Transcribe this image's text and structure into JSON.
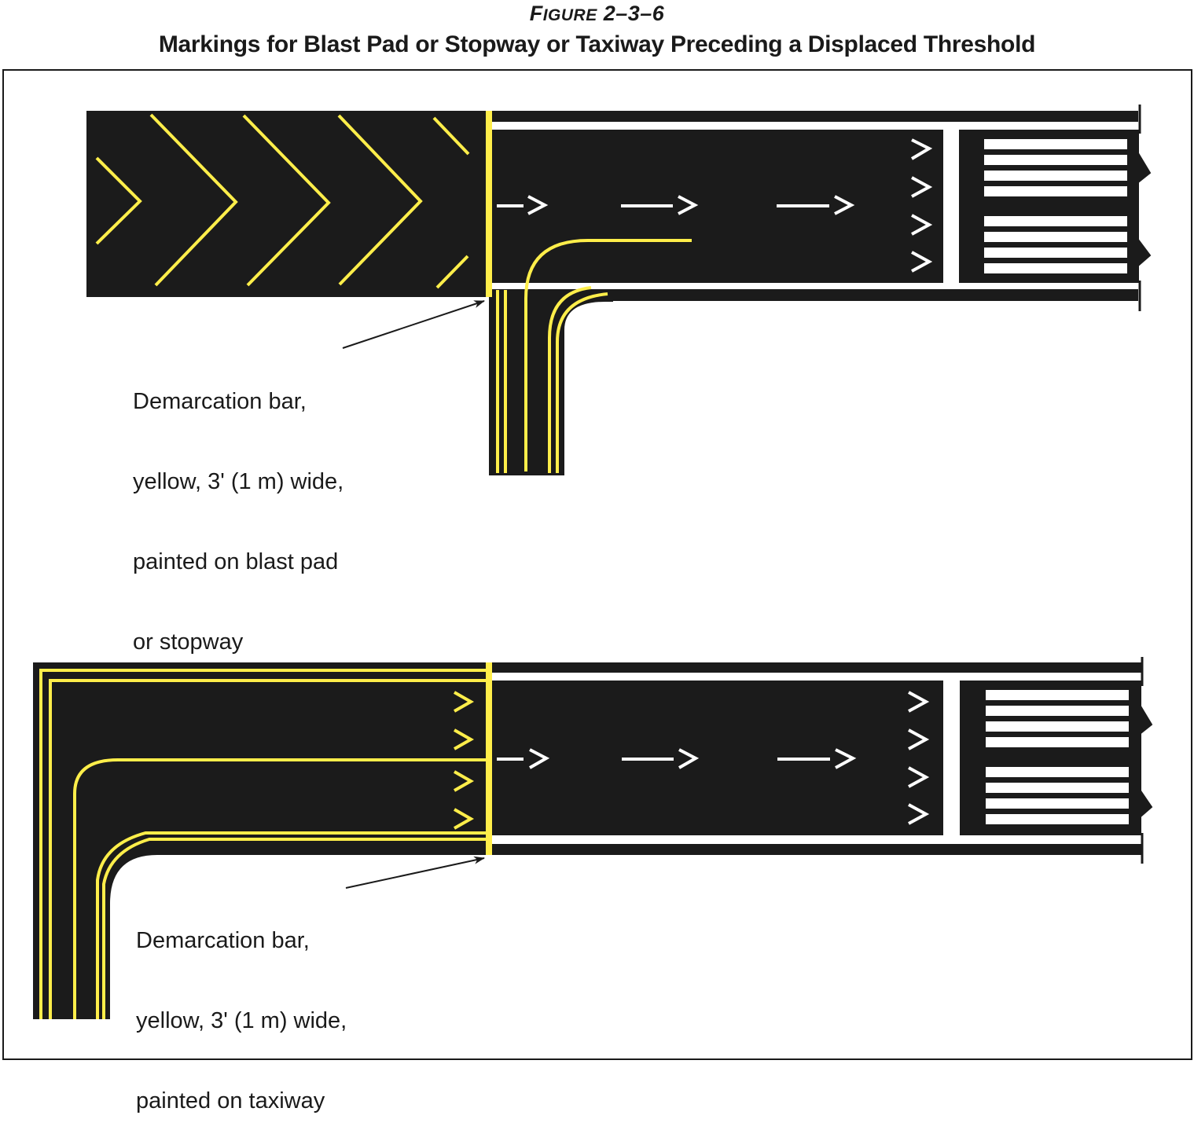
{
  "figure": {
    "number_prefix": "F",
    "number_smallcaps": "IGURE",
    "number_value": " 2–3–6",
    "title": "Markings for Blast Pad or Stopway or Taxiway Preceding a Displaced Threshold"
  },
  "colors": {
    "pavement": "#1b1b1b",
    "yellow_marking": "#ffee4a",
    "white_marking": "#ffffff",
    "text": "#1a1a1a"
  },
  "panels": [
    {
      "name": "blast-pad-or-stopway",
      "preceding_area": "blast pad or stopway",
      "preceding_marking": "yellow chevrons",
      "chevron_count": 5,
      "runway_arrows": 3,
      "arrowheads": 4,
      "threshold_bars": 8,
      "callout": {
        "lines": [
          "Demarcation bar,",
          "yellow, 3' (1 m) wide,",
          "painted on blast pad",
          "or stopway"
        ]
      }
    },
    {
      "name": "taxiway",
      "preceding_area": "taxiway",
      "preceding_marking": "yellow arrowheads",
      "taxiway_arrowheads": 4,
      "runway_arrows": 3,
      "arrowheads": 4,
      "threshold_bars": 8,
      "callout": {
        "lines": [
          "Demarcation bar,",
          "yellow, 3' (1 m) wide,",
          "painted on taxiway"
        ]
      }
    }
  ]
}
